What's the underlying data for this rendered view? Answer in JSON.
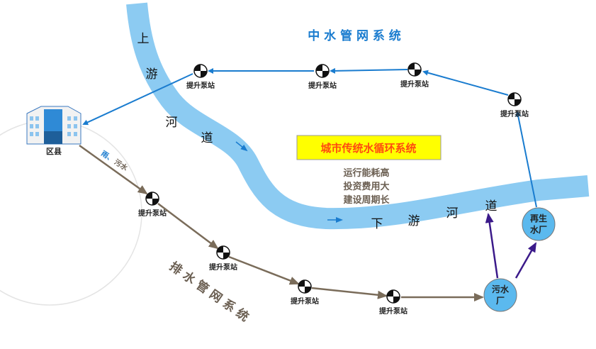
{
  "reclaimed_title": "中 水 管 网 系 统",
  "drainage_title": "排 水 管 网 系 统",
  "main_title": "城市传统水循环系统",
  "info_lines": [
    "运行能耗高",
    "投资费用大",
    "建设周期长"
  ],
  "district_label": "区县",
  "flow_label_rain": "雨、",
  "flow_label_sewage": "污水",
  "pump_label": "提升泵站",
  "upstream_chars": [
    "上",
    "游",
    "河",
    "道"
  ],
  "downstream_chars": [
    "下",
    "游",
    "河",
    "道"
  ],
  "sewage_plant": [
    "污水",
    "厂"
  ],
  "reclaimed_plant": [
    "再生",
    "水厂"
  ],
  "colors": {
    "river": "#8ccbf2",
    "blue_line": "#1a7ccf",
    "brown_line": "#7a6c5a",
    "purple": "#3b1a8a",
    "plant": "#5bb9ee",
    "title_box": "#ffff00",
    "title_text": "#ff4a10"
  }
}
